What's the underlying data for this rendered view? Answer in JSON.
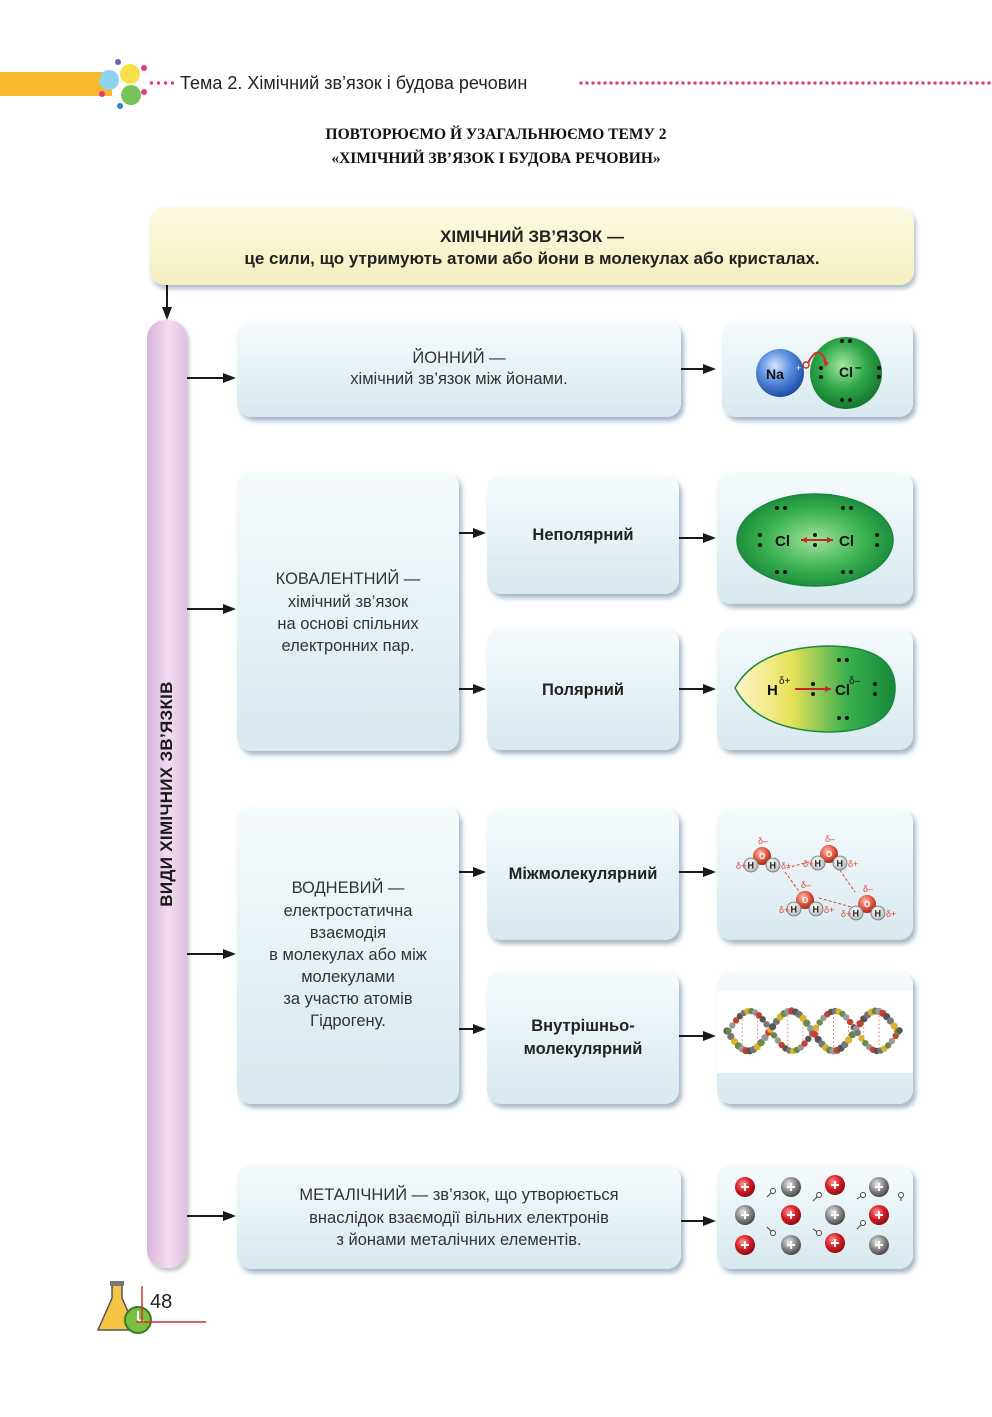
{
  "header": {
    "title": "Тема 2. Хімічний зв’язок і будова речовин"
  },
  "section_heading": {
    "line1": "ПОВТОРЮЄМО Й УЗАГАЛЬНЮЄМО ТЕМУ 2",
    "line2": "«ХІМІЧНИЙ ЗВ’ЯЗОК І БУДОВА РЕЧОВИН»"
  },
  "definition": {
    "term": "ХІМІЧНИЙ ЗВ’ЯЗОК —",
    "text": "це сили, що утримують атоми або йони в молекулах або кристалах."
  },
  "side_label": "ВИДИ ХІМІЧНИХ ЗВ’ЯЗКІВ",
  "ionic": {
    "line1": "ЙОННИЙ —",
    "line2": "хімічний зв’язок між  йонами.",
    "illustration": {
      "cation": "Na",
      "anion": "Cl"
    }
  },
  "covalent": {
    "lines": [
      "КОВАЛЕНТНИЙ —",
      "хімічний зв’язок",
      "на основі спільних",
      "електронних пар."
    ],
    "nonpolar": {
      "label": "Неполярний",
      "illustration": {
        "atom1": "Cl",
        "atom2": "Cl"
      }
    },
    "polar": {
      "label": "Полярний",
      "illustration": {
        "atom1": "H",
        "atom2": "Cl",
        "charge1": "δ+",
        "charge2": "δ–"
      }
    }
  },
  "hydrogen": {
    "lines": [
      "ВОДНЕВИЙ —",
      "електростатична",
      "взаємодія",
      "в молекулах або між",
      "молекулами",
      "за участю атомів",
      "Гідрогену."
    ],
    "intermolecular": {
      "label": "Міжмолекулярний",
      "illustration": {
        "positive": "δ+",
        "negative": "δ–",
        "atom_h": "H",
        "atom_o": "O"
      }
    },
    "intramolecular": {
      "label_line1": "Внутрішньо-",
      "label_line2": "молекулярний"
    }
  },
  "metallic": {
    "lines": [
      "МЕТАЛІЧНИЙ — зв’язок, що утворюється",
      "внаслідок взаємодії вільних електронів",
      "з йонами металічних елементів."
    ]
  },
  "page_number": "48",
  "colors": {
    "accent_orange": "#f7b82e",
    "dots_magenta": "#e23b7d",
    "definition_bg": "#f7f4cc",
    "box_bg": "#e6f2f6",
    "side_bar": "#e8c9e6",
    "chlorine_green": "#2fa84a",
    "sodium_blue": "#3a73c8"
  }
}
